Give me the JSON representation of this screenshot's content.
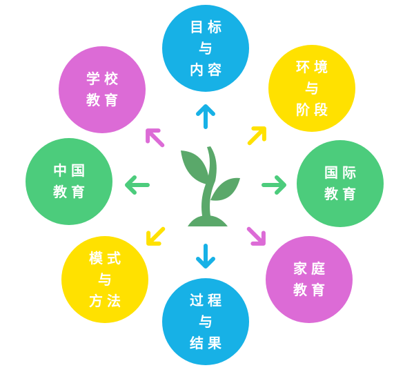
{
  "colors": {
    "blue": "#17b1e6",
    "pink": "#dc6bd6",
    "yellow": "#ffe100",
    "green": "#4ccc7c",
    "plant": "#5aa86a"
  },
  "center": {
    "icon": "sprout-icon"
  },
  "nodes": [
    {
      "id": "goals",
      "lines": [
        "目标",
        "与",
        "内容"
      ],
      "color": "blue"
    },
    {
      "id": "environment",
      "lines": [
        "环境",
        "与",
        "阶段"
      ],
      "color": "yellow"
    },
    {
      "id": "international",
      "lines": [
        "国际",
        "教育"
      ],
      "color": "green"
    },
    {
      "id": "family",
      "lines": [
        "家庭",
        "教育"
      ],
      "color": "pink"
    },
    {
      "id": "process",
      "lines": [
        "过程",
        "与",
        "结果"
      ],
      "color": "blue"
    },
    {
      "id": "methods",
      "lines": [
        "模式",
        "与",
        "方法"
      ],
      "color": "yellow"
    },
    {
      "id": "china",
      "lines": [
        "中国",
        "教育"
      ],
      "color": "green"
    },
    {
      "id": "school",
      "lines": [
        "学校",
        "教育"
      ],
      "color": "pink"
    }
  ]
}
